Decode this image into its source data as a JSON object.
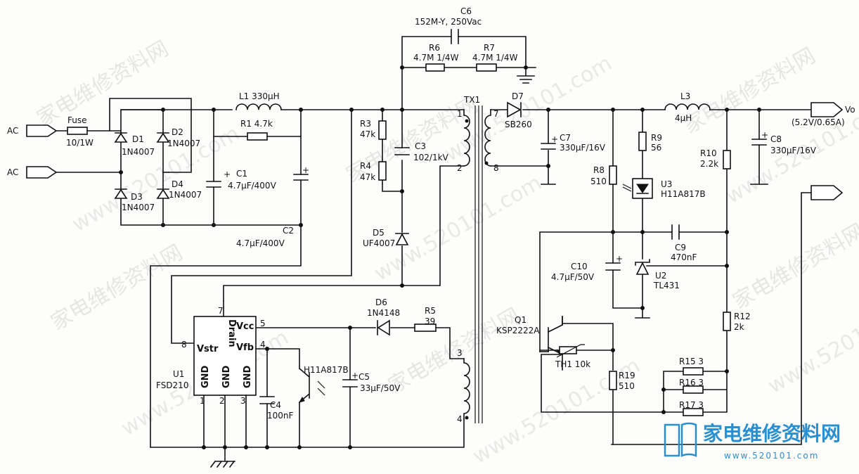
{
  "labels": {
    "ac1": "AC",
    "ac2": "AC",
    "fuse": "Fuse",
    "fuse_val": "10/1W",
    "d1": "D1",
    "d1_val": "1N4007",
    "d2": "D2",
    "d2_val": "1N4007",
    "d3": "D3",
    "d3_val": "1N4007",
    "d4": "D4",
    "d4_val": "1N4007",
    "l1": "L1 330μH",
    "r1": "R1  4.7k",
    "c1": "C1",
    "c1_val": "4.7μF/400V",
    "c2": "C2",
    "c2_val": "4.7μF/400V",
    "c6": "C6",
    "c6_val": "152M-Y, 250Vac",
    "r6": "R6",
    "r6_val": "4.7M 1/4W",
    "r7": "R7",
    "r7_val": "4.7M  1/4W",
    "r3": "R3",
    "r3_val": "47k",
    "r4": "R4",
    "r4_val": "47k",
    "c3": "C3",
    "c3_val": "102/1kV",
    "d5": "D5",
    "d5_val": "UF4007",
    "tx1": "TX1",
    "pin1": "1",
    "pin2": "2",
    "pin3": "3",
    "pin4": "4",
    "pin7": "7",
    "pin8": "8",
    "d7": "D7",
    "d7_val": "SB260",
    "c7": "C7",
    "c7_val": "330μF/16V",
    "l3": "L3",
    "l3_val": "4μH",
    "r9": "R9",
    "r9_val": "56",
    "r8": "R8",
    "r8_val": "510",
    "u3": "U3",
    "u3_val": "H11A817B",
    "r10": "R10",
    "r10_val": "2.2k",
    "c8": "C8",
    "c8_val": "330μF/16V",
    "vo": "Vo",
    "vo_spec": "(5.2V/0.65A)",
    "c9": "C9",
    "c9_val": "470nF",
    "c10": "C10",
    "c10_val": "4.7μF/50V",
    "u2": "U2",
    "u2_val": "TL431",
    "r12": "R12",
    "r12_val": "2k",
    "q1": "Q1",
    "q1_val": "KSP2222A",
    "th1": "TH1  10k",
    "r19": "R19",
    "r19_val": "510",
    "r15": "R15  3",
    "r16": "R16  3",
    "r17": "R17  3",
    "d6": "D6",
    "d6_val": "1N4148",
    "r5": "R5",
    "r5_val": "39",
    "c5": "C5",
    "c5_val": "33μF/50V",
    "c4": "C4",
    "c4_val": "100nF",
    "opto2": "H11A817B",
    "u1": "U1",
    "u1_val": "FSD210",
    "ic_vstr": "Vstr",
    "ic_drain": "Drain",
    "ic_vcc": "Vcc",
    "ic_vfb": "Vfb",
    "ic_gnd1": "GND",
    "ic_gnd2": "GND",
    "ic_gnd3": "GND",
    "ic_p1": "1",
    "ic_p2": "2",
    "ic_p3": "3",
    "ic_p4": "4",
    "ic_p5": "5",
    "ic_p7": "7",
    "ic_p8": "8"
  },
  "watermark": {
    "cn": "家电维修资料网",
    "url": "www.520101.com"
  },
  "logo": {
    "text": "家电维修资料网",
    "url": "www.520101.com"
  }
}
